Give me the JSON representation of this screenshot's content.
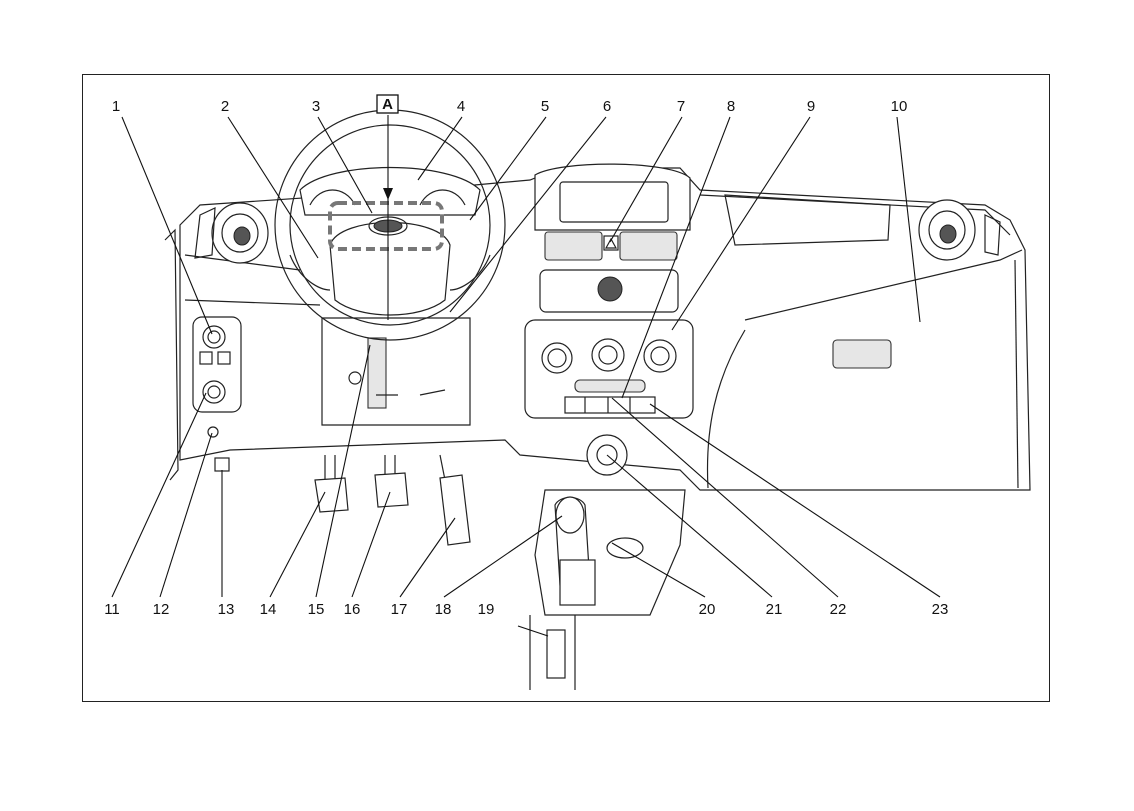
{
  "figure": {
    "section_mark": "A",
    "callouts": [
      "1",
      "2",
      "3",
      "4",
      "5",
      "6",
      "7",
      "8",
      "9",
      "10",
      "11",
      "12",
      "13",
      "14",
      "15",
      "16",
      "17",
      "18",
      "19",
      "20",
      "21",
      "22",
      "23"
    ]
  }
}
